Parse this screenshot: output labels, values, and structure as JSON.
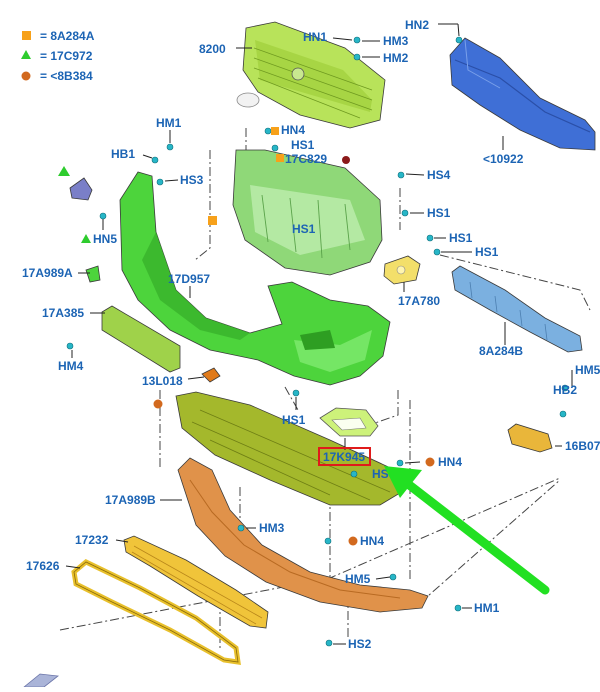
{
  "diagram": {
    "legend": [
      {
        "marker": "square",
        "color": "#f7a11a",
        "label": "= 8A284A"
      },
      {
        "marker": "triangle",
        "color": "#2ecc2e",
        "label": "= 17C972"
      },
      {
        "marker": "circle",
        "color": "#d2691e",
        "label": "= <8B384"
      }
    ],
    "labels": {
      "c8200": "8200",
      "hn1_top": "HN1",
      "hm3_top": "HM3",
      "hm2_top": "HM2",
      "hn2": "HN2",
      "hm1_top": "HM1",
      "hn4_top": "HN4",
      "hs1_a": "HS1",
      "c17c829": "17C829",
      "c10922": "<10922",
      "hb1": "HB1",
      "hs3": "HS3",
      "hs4": "HS4",
      "hs1_b": "HS1",
      "hs1_c": "HS1",
      "hs1_d": "HS1",
      "hn5": "HN5",
      "c17a989a": "17A989A",
      "c17d957": "17D957",
      "c17a780": "17A780",
      "c17a385": "17A385",
      "c8a284b": "8A284B",
      "hm4": "HM4",
      "hm5": "HM5",
      "c13l018": "13L018",
      "hb2": "HB2",
      "hs1_e": "HS1",
      "c16b07": "16B07",
      "c17k945": "17K945",
      "hn4_mid": "HN4",
      "hs_mid": "HS",
      "c17a989b": "17A989B",
      "hm3_low": "HM3",
      "c17232": "17232",
      "hn4_low": "HN4",
      "c17626": "17626",
      "hm5_low": "HM5",
      "hm1_low": "HM1",
      "hs2": "HS2"
    },
    "colors": {
      "grille": "#b8e35a",
      "reinforcement": "#3f6fd6",
      "bracket_frame": "#8fd878",
      "bumper_cover": "#4dd43c",
      "absorber": "#7bb0e0",
      "undershield": "#a4b82c",
      "lower_valance": "#e0924a",
      "lower_grille": "#f0c43a",
      "trim_bezel": "#e8c02c",
      "highlight_box": "#e01b1b",
      "arrow": "#22e022",
      "callout": "#1c64b4"
    }
  }
}
